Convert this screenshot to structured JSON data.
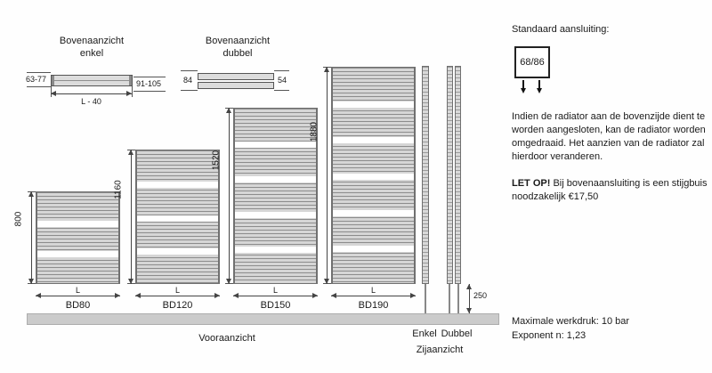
{
  "colors": {
    "radiator_fill": "#d6d6d6",
    "radiator_line": "#8c8c8c",
    "floor": "#cbcbcb",
    "text": "#1a1a1a"
  },
  "top_view_single": {
    "title_line1": "Bovenaanzicht",
    "title_line2": "enkel",
    "dim_left": "63-77",
    "dim_right": "91-105",
    "dim_bottom": "L - 40"
  },
  "top_view_double": {
    "title_line1": "Bovenaanzicht",
    "title_line2": "dubbel",
    "dim_left": "84",
    "dim_right": "54"
  },
  "radiators": [
    {
      "model": "BD80",
      "height_mm": 800,
      "height_label": "800",
      "width_label": "L"
    },
    {
      "model": "BD120",
      "height_mm": 1160,
      "height_label": "1160",
      "width_label": "L"
    },
    {
      "model": "BD150",
      "height_mm": 1520,
      "height_label": "1520",
      "width_label": "L"
    },
    {
      "model": "BD190",
      "height_mm": 1880,
      "height_label": "1880",
      "width_label": "L"
    }
  ],
  "front_view": {
    "caption": "Vooraanzicht"
  },
  "side_view": {
    "label_single": "Enkel",
    "label_double": "Dubbel",
    "caption": "Zijaanzicht",
    "dim_bottom": "250"
  },
  "right_panel": {
    "heading": "Standaard aansluiting:",
    "connection_label": "68/86",
    "paragraph": "Indien de radiator aan de bovenzijde dient te worden aangesloten, kan de radiator worden omgedraaid. Het aanzien van de radiator zal hierdoor veranderen.",
    "note_bold": "LET OP!",
    "note_text": " Bij bovenaansluiting is een stijgbuis noodzakelijk €17,50",
    "footer_line1": "Maximale werkdruk: 10 bar",
    "footer_line2": "Exponent n: 1,23"
  }
}
